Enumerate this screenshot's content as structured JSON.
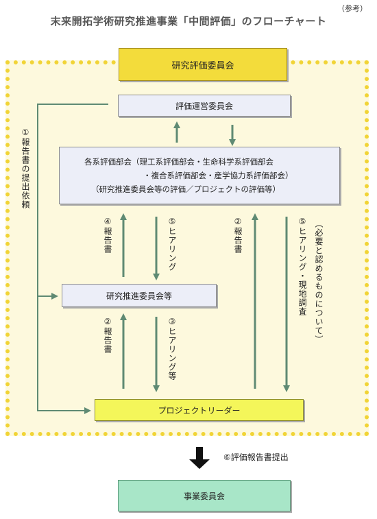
{
  "header": {
    "reference": "（参考）",
    "title": "末来開拓学術研究推進事業「中間評価」のフローチャート"
  },
  "boxes": {
    "research_eval_committee": "研究評価委員会",
    "eval_operation_committee": "評価運営委員会",
    "division_lines": [
      "各系評価部会（理工系評価部会・生命科学系評価部会",
      "・複合系評価部会・産学協力系評価部会）",
      "（研究推進委員会等の評価／プロジェクトの評価等）"
    ],
    "promotion_committee": "研究推進委員会等",
    "project_leader": "プロジェクトリーダー",
    "business_committee": "事業委員会"
  },
  "labels": {
    "request_report": "①報告書の提出依頼",
    "report4": "④報告書",
    "hearing5_left": "⑤ヒアリング",
    "report2_right": "②報告書",
    "hearing5_site": "⑤ヒアリング・現地調査",
    "if_needed": "（必要と認めるものについて）",
    "report2_lower": "②報告書",
    "hearing3": "③ヒアリング等",
    "eval_report_submit": "⑥評価報告書提出"
  },
  "colors": {
    "dotted_border": "#f1d436",
    "dotted_fill": "#fdf9dd",
    "committee_yellow": "#f3dc3b",
    "lavender": "#eceef8",
    "leader_lime": "#f4f65a",
    "business_green": "#a8e6c8",
    "arrow_green": "#5f8a73"
  }
}
